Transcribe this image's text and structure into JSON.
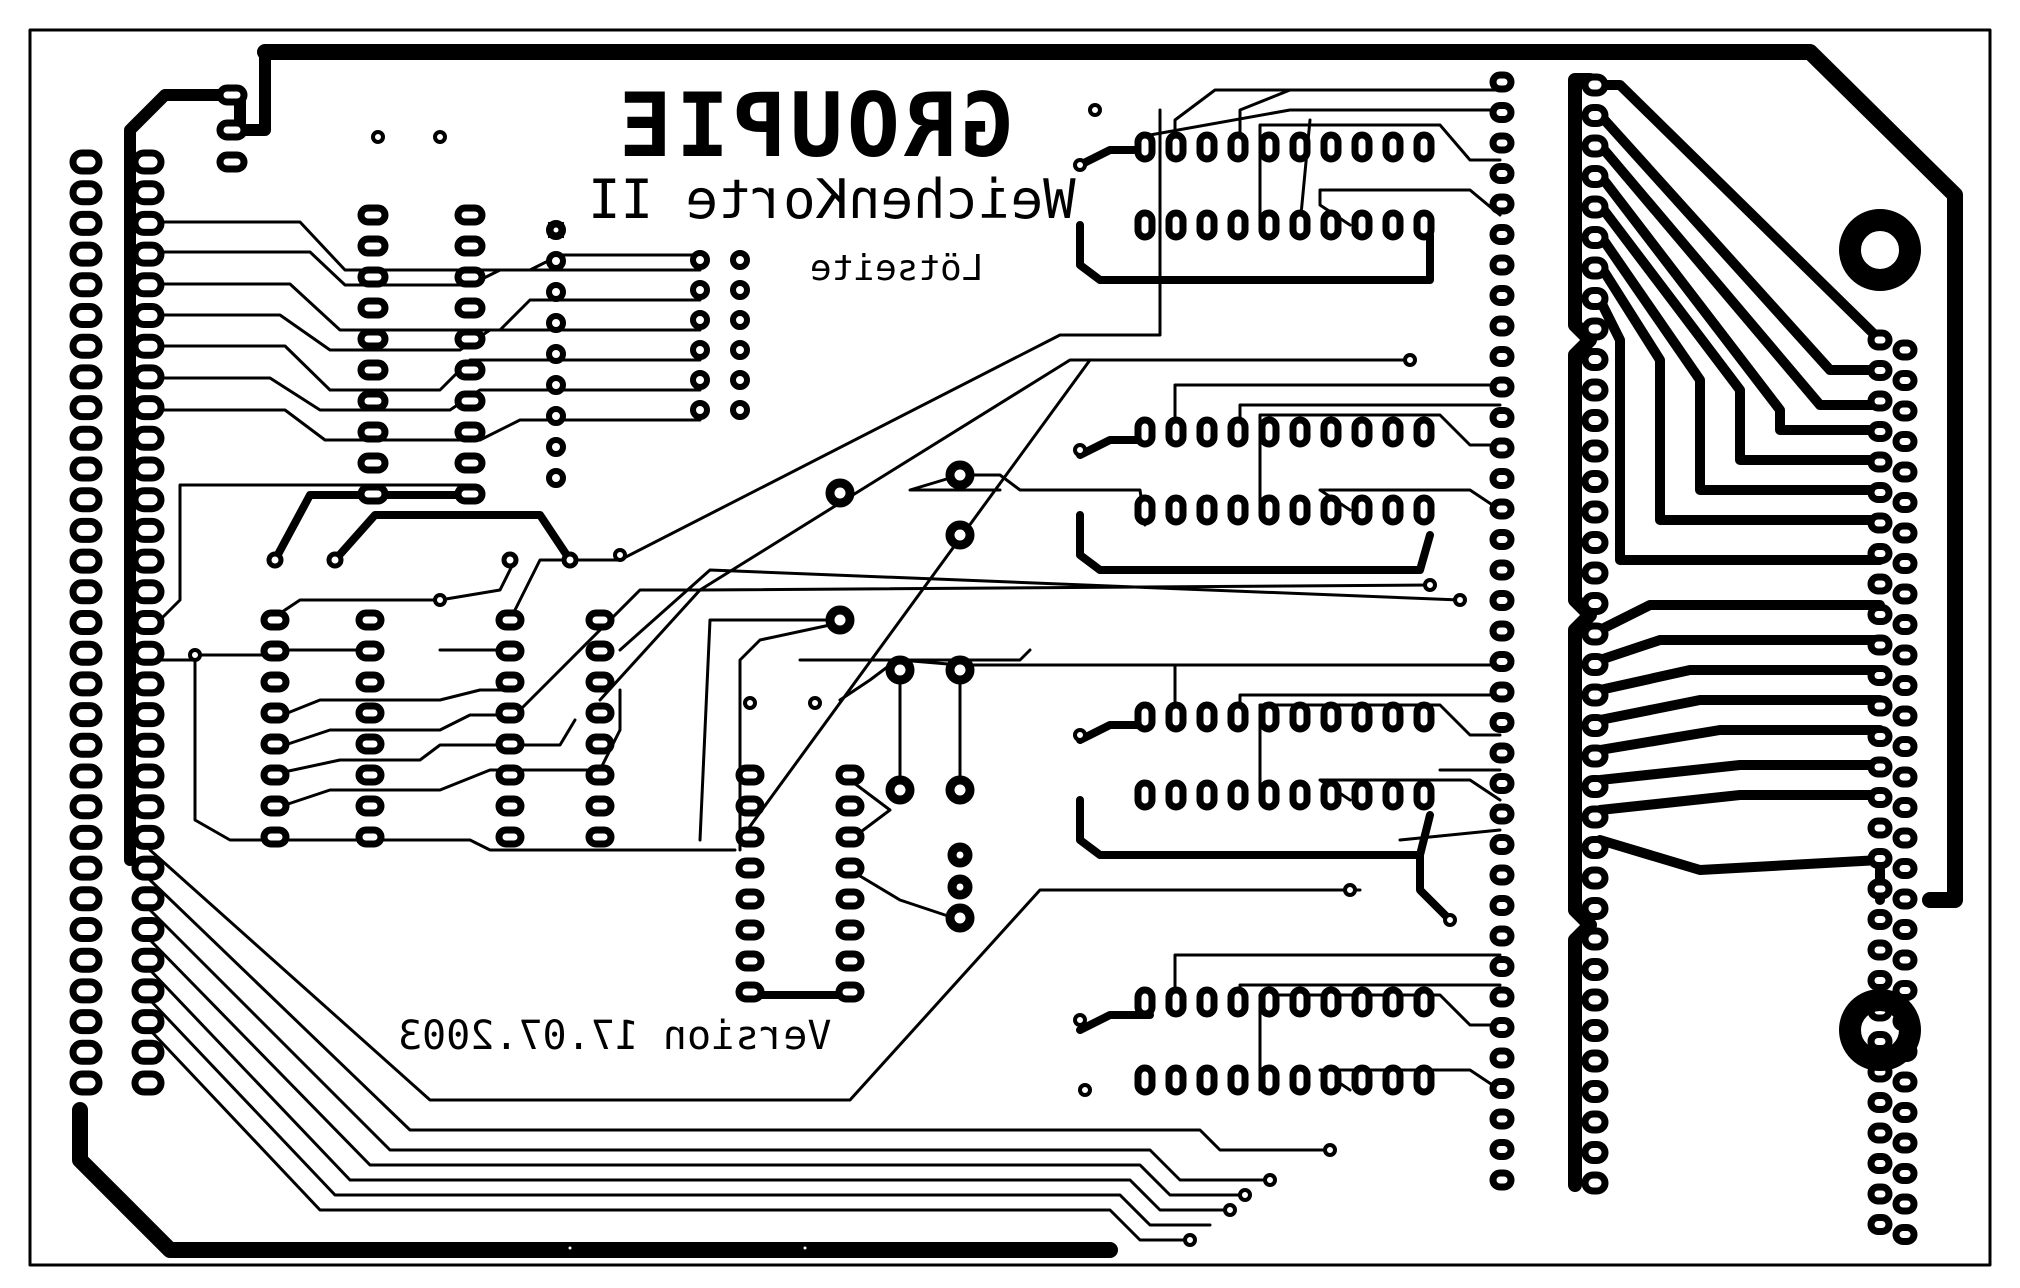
{
  "board": {
    "title": "GROUPIE",
    "subtitle": "WeichenKorte II",
    "side": "Lötseite",
    "version": "Version 17.07.2003"
  },
  "colors": {
    "copper": "#000000",
    "substrate": "#ffffff"
  }
}
